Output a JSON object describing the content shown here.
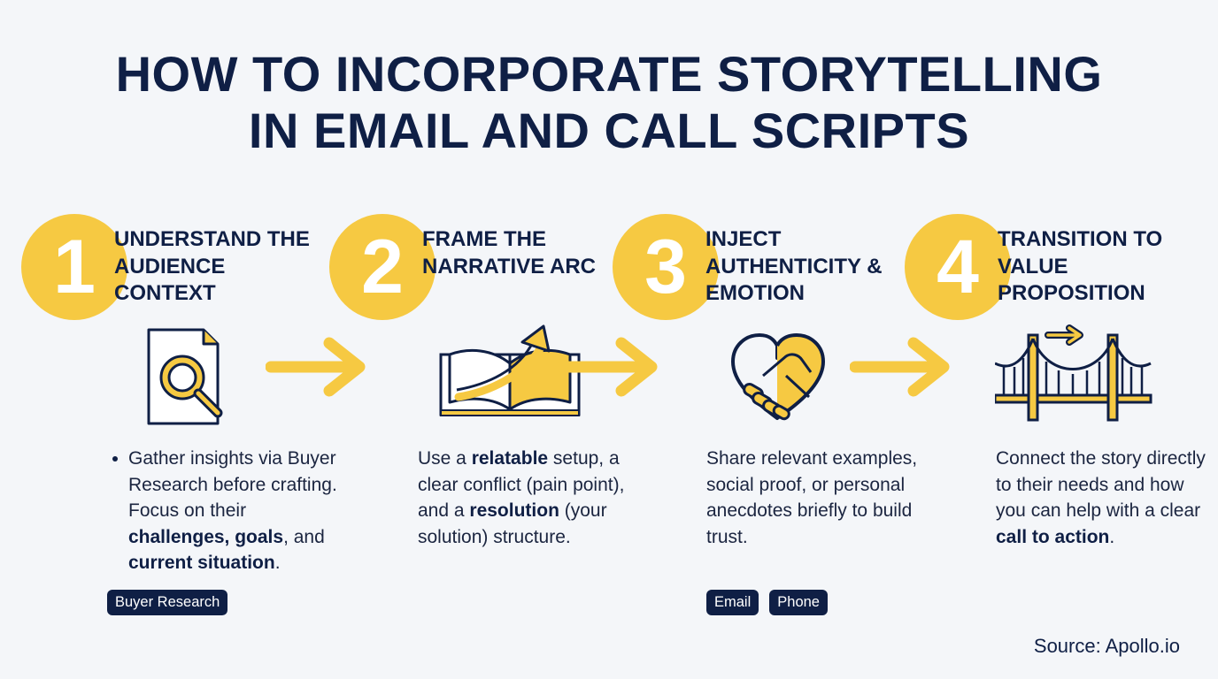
{
  "title": {
    "line1": "HOW TO INCORPORATE STORYTELLING",
    "line2": "IN EMAIL AND CALL SCRIPTS"
  },
  "colors": {
    "accent": "#f6c942",
    "navy": "#0f1f45",
    "background": "#f4f6f9"
  },
  "steps": [
    {
      "number": "1",
      "title": "Understand the audience context",
      "icon": "document-magnifier-icon",
      "desc": {
        "t1": "Gather insights via Buyer Research before crafting. Focus on their ",
        "b1": "challenges, goals",
        "t2": ", and ",
        "b2": "current situation",
        "t3": "."
      },
      "tags": [
        "Buyer Research"
      ]
    },
    {
      "number": "2",
      "title": "Frame the narrative arc",
      "icon": "book-growth-arrow-icon",
      "desc": {
        "t1": "Use a ",
        "b1": "relatable",
        "t2": " setup, a clear conflict (pain point), and a ",
        "b2": "resolution",
        "t3": " (your solution) structure."
      },
      "tags": []
    },
    {
      "number": "3",
      "title": "Inject authenticity & emotion",
      "icon": "heart-handshake-icon",
      "desc": {
        "t1": "Share relevant examples, social proof, or personal anecdotes briefly to build trust."
      },
      "tags": [
        "Email",
        "Phone"
      ]
    },
    {
      "number": "4",
      "title": "Transition to value proposition",
      "icon": "bridge-arrow-icon",
      "desc": {
        "t1": "Connect the story directly to their needs and how you can help with a clear ",
        "b1": "call to action",
        "t2": "."
      },
      "tags": []
    }
  ],
  "source": "Source: Apollo.io"
}
